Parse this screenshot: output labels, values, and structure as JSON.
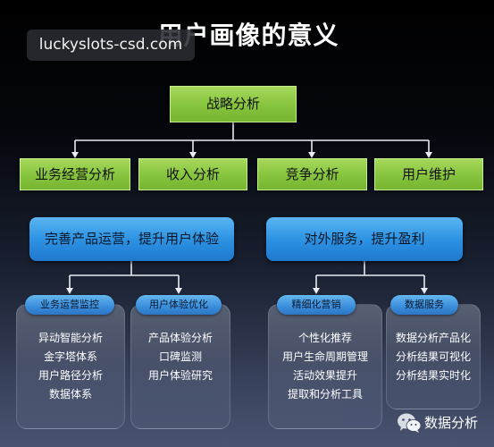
{
  "title": "用户画像的意义",
  "watermark": "luckyslots-csd.com",
  "root": {
    "label": "战略分析"
  },
  "level1": [
    {
      "label": "业务经营分析"
    },
    {
      "label": "收入分析"
    },
    {
      "label": "竞争分析"
    },
    {
      "label": "用户维护"
    }
  ],
  "goals": [
    {
      "label": "完善产品运营，提升用户体验",
      "groups": [
        {
          "label": "业务运营监控",
          "items": [
            "异动智能分析",
            "金字塔体系",
            "用户路径分析",
            "数据体系"
          ]
        },
        {
          "label": "用户体验优化",
          "items": [
            "产品体验分析",
            "口碑监测",
            "用户体验研究"
          ]
        }
      ]
    },
    {
      "label": "对外服务，提升盈利",
      "groups": [
        {
          "label": "精细化营销",
          "items": [
            "个性化推荐",
            "用户生命周期管理",
            "活动效果提升",
            "提取和分析工具"
          ]
        },
        {
          "label": "数据服务",
          "items": [
            "数据分析产品化",
            "分析结果可视化",
            "分析结果实时化"
          ]
        }
      ]
    }
  ],
  "footer": {
    "brand": "数据分析",
    "icon": "wechat-icon"
  },
  "colors": {
    "green_box": "#86c43e",
    "blue_box": "#2d93e3",
    "pill": "#3a8ddb",
    "connector": "#e8ecf2",
    "text_light": "#ffffff"
  }
}
